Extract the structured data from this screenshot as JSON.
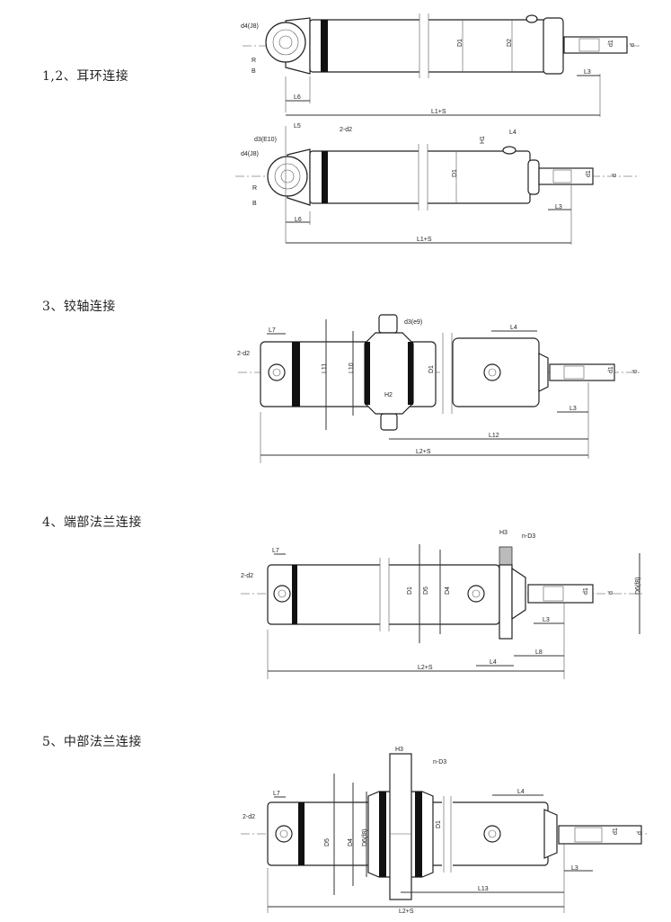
{
  "sections": [
    {
      "heading": "1,2、耳环连接",
      "labels": [
        "d4(J8)",
        "R",
        "B",
        "D1",
        "D2",
        "d1",
        "d",
        "L3",
        "L6",
        "L1+S"
      ]
    },
    {
      "heading": "",
      "labels": [
        "L5",
        "2-d2",
        "d3(E10)",
        "d4(J8)",
        "H1",
        "L4",
        "D1",
        "d1",
        "d",
        "R",
        "B",
        "L3",
        "L6",
        "L1+S"
      ]
    },
    {
      "heading": "3、铰轴连接",
      "labels": [
        "d3(e9)",
        "L7",
        "L4",
        "2-d2",
        "L11",
        "L10",
        "D1",
        "d1",
        "d",
        "H2",
        "L3",
        "L12",
        "L2+S"
      ]
    },
    {
      "heading": "4、端部法兰连接",
      "labels": [
        "H3",
        "n-D3",
        "L7",
        "2-d2",
        "D1",
        "D5",
        "D4",
        "d1",
        "d",
        "D6(f8)",
        "L3",
        "L8",
        "L4",
        "L2+S"
      ]
    },
    {
      "heading": "5、中部法兰连接",
      "labels": [
        "H3",
        "n-D3",
        "L7",
        "L4",
        "2-d2",
        "D5",
        "D4",
        "D6(f8)",
        "D1",
        "d1",
        "d",
        "L3",
        "L13",
        "L2+S"
      ]
    }
  ]
}
